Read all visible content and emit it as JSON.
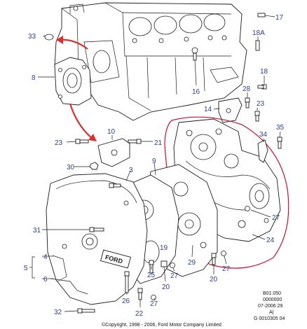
{
  "diagram": {
    "callouts": [
      {
        "id": "c17",
        "label": "17"
      },
      {
        "id": "c18a",
        "label": "18A"
      },
      {
        "id": "c33",
        "label": "33"
      },
      {
        "id": "c8",
        "label": "8"
      },
      {
        "id": "c16",
        "label": "16"
      },
      {
        "id": "c18",
        "label": "18"
      },
      {
        "id": "c28",
        "label": "28"
      },
      {
        "id": "c14",
        "label": "14"
      },
      {
        "id": "c23a",
        "label": "23"
      },
      {
        "id": "c35",
        "label": "35"
      },
      {
        "id": "c34",
        "label": "34"
      },
      {
        "id": "c10",
        "label": "10"
      },
      {
        "id": "c23b",
        "label": "23"
      },
      {
        "id": "c21",
        "label": "21"
      },
      {
        "id": "c30",
        "label": "30"
      },
      {
        "id": "c3",
        "label": "3"
      },
      {
        "id": "c9",
        "label": "9"
      },
      {
        "id": "c31",
        "label": "31"
      },
      {
        "id": "c27a",
        "label": "27"
      },
      {
        "id": "c24",
        "label": "24"
      },
      {
        "id": "c4",
        "label": "4"
      },
      {
        "id": "c5",
        "label": "5"
      },
      {
        "id": "c6",
        "label": "6"
      },
      {
        "id": "c29",
        "label": "29"
      },
      {
        "id": "c25",
        "label": "25"
      },
      {
        "id": "c27b",
        "label": "27"
      },
      {
        "id": "c20a",
        "label": "20"
      },
      {
        "id": "c27c",
        "label": "27"
      },
      {
        "id": "c19",
        "label": "19"
      },
      {
        "id": "c20b",
        "label": "20"
      },
      {
        "id": "c26",
        "label": "26"
      },
      {
        "id": "c22",
        "label": "22"
      },
      {
        "id": "c27d",
        "label": "27"
      },
      {
        "id": "c32",
        "label": "32"
      }
    ],
    "reference_block": [
      "B01.050",
      "0000000",
      "07-2006 29",
      "A|",
      "G 0010305 04"
    ],
    "copyright": "©Copyright, 1998 - 2006, Ford Motor Company Limited",
    "colors": {
      "callout": "#2b3e8f",
      "highlight": "#c8102e",
      "line": "#1a1a1a"
    }
  }
}
